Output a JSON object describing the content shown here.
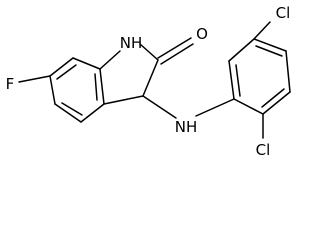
{
  "atoms": {
    "nh_ring": "NH",
    "carbonyl_o": "O",
    "fluorine": "F",
    "amine_nh": "NH",
    "chlorine_top": "Cl",
    "chlorine_bottom": "Cl"
  }
}
